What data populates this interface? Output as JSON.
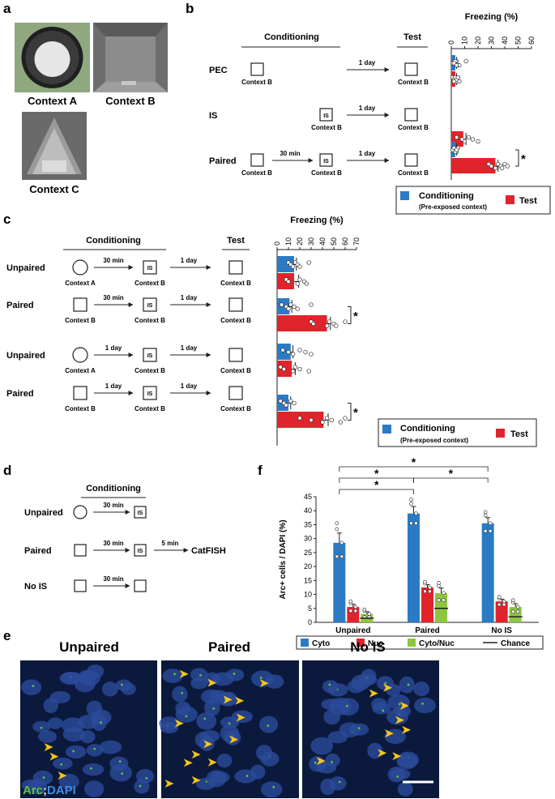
{
  "panels": {
    "a": {
      "letter": "a",
      "contexts": [
        "Context A",
        "Context B",
        "Context C"
      ]
    },
    "b": {
      "letter": "b",
      "conditioning": "Conditioning",
      "test": "Test",
      "rows": [
        {
          "label": "PEC",
          "delay": "1 day",
          "ctx_test": "Context B",
          "ctx1": "Context B"
        },
        {
          "label": "IS",
          "delay": "1 day",
          "ctx_test": "Context B",
          "ctx_is": "Context B",
          "is": "IS"
        },
        {
          "label": "Paired",
          "delay": "1 day",
          "gap": "30 min",
          "ctx1": "Context B",
          "ctx_is": "Context B",
          "ctx_test": "Context B",
          "is": "IS"
        }
      ],
      "legend": {
        "cond": "Conditioning",
        "cond_sub": "(Pre-exposed context)",
        "test": "Test"
      },
      "star": "*"
    },
    "c": {
      "letter": "c",
      "conditioning": "Conditioning",
      "test": "Test",
      "rows": [
        {
          "label": "Unpaired",
          "gap": "30 min",
          "delay": "1 day",
          "ctx1": "Context A",
          "ctx_is": "Context B",
          "ctx_test": "Context B",
          "is": "IS"
        },
        {
          "label": "Paired",
          "gap": "30 min",
          "delay": "1 day",
          "ctx1": "Context B",
          "ctx_is": "Context B",
          "ctx_test": "Context B",
          "is": "IS"
        },
        {
          "label": "Unpaired",
          "gap": "1 day",
          "delay": "1 day",
          "ctx1": "Context A",
          "ctx_is": "Context B",
          "ctx_test": "Context B",
          "is": "IS"
        },
        {
          "label": "Paired",
          "gap": "1 day",
          "delay": "1 day",
          "ctx1": "Context B",
          "ctx_is": "Context B",
          "ctx_test": "Context B",
          "is": "IS"
        }
      ],
      "legend": {
        "cond": "Conditioning",
        "cond_sub": "(Pre-exposed context)",
        "test": "Test"
      },
      "star": "*"
    },
    "d": {
      "letter": "d",
      "conditioning": "Conditioning",
      "rows": [
        {
          "label": "Unpaired",
          "gap": "30 min",
          "is": "IS"
        },
        {
          "label": "Paired",
          "gap": "30 min",
          "is": "IS",
          "after": "5 min",
          "end": "CatFISH"
        },
        {
          "label": "No IS",
          "gap": "30 min"
        }
      ]
    },
    "e": {
      "letter": "e",
      "titles": [
        "Unpaired",
        "Paired",
        "No IS"
      ],
      "stain_arc": "Arc",
      "stain_sep": ";",
      "stain_dapi": "DAPI"
    },
    "f": {
      "letter": "f",
      "star": "*"
    }
  },
  "colors": {
    "blue": "#2b7bc4",
    "red": "#e0242b",
    "green": "#8dc63f",
    "dark": "#231f20",
    "micro_bg": "#0b1a3c",
    "arrow": "#f5c518"
  },
  "chart_data": [
    {
      "id": "b",
      "type": "bar",
      "orientation": "horizontal",
      "title": "Freezing (%)",
      "xlim": [
        0,
        60
      ],
      "ticks": [
        "0",
        "10",
        "20",
        "30",
        "40",
        "50",
        "60"
      ],
      "categories": [
        "PEC",
        "IS",
        "Paired"
      ],
      "series": [
        {
          "name": "Conditioning",
          "values": [
            3,
            null,
            3
          ],
          "errors": [
            1,
            null,
            1
          ]
        },
        {
          "name": "Test",
          "values": [
            3,
            9,
            33
          ],
          "errors": [
            1,
            2,
            2
          ]
        }
      ],
      "points": {
        "cond": [
          [
            2,
            3,
            5,
            4,
            1,
            6,
            3,
            2,
            4,
            11
          ],
          null,
          [
            2,
            3,
            4,
            5,
            1,
            3,
            2,
            4
          ]
        ],
        "test": [
          [
            1,
            3,
            4,
            5,
            2,
            6,
            3,
            4,
            2,
            5
          ],
          [
            4,
            8,
            10,
            13,
            16,
            20
          ],
          [
            28,
            30,
            33,
            35,
            37,
            38,
            40,
            42
          ]
        ]
      },
      "star": "*"
    },
    {
      "id": "c",
      "type": "bar",
      "orientation": "horizontal",
      "title": "Freezing (%)",
      "xlim": [
        0,
        70
      ],
      "ticks": [
        "0",
        "10",
        "20",
        "30",
        "40",
        "50",
        "60",
        "70"
      ],
      "categories": [
        "Unpaired 30 min",
        "Paired 30 min",
        "Unpaired 1 day",
        "Paired 1 day"
      ],
      "series": [
        {
          "name": "Conditioning",
          "values": [
            15,
            11,
            12,
            10
          ],
          "errors": [
            2,
            2,
            2,
            2
          ]
        },
        {
          "name": "Test",
          "values": [
            15,
            44,
            13,
            41
          ],
          "errors": [
            4,
            3,
            3,
            4
          ]
        }
      ],
      "points": {
        "cond": [
          [
            10,
            12,
            14,
            16,
            18,
            20,
            28
          ],
          [
            4,
            8,
            10,
            12,
            15,
            18,
            30
          ],
          [
            5,
            10,
            14,
            20,
            25,
            30
          ],
          [
            3,
            6,
            8,
            12,
            15
          ]
        ],
        "test": [
          [
            8,
            10,
            18,
            20,
            24,
            26
          ],
          [
            30,
            32,
            44,
            46,
            50,
            52,
            60
          ],
          [
            3,
            6,
            14,
            16,
            20,
            28
          ],
          [
            20,
            30,
            40,
            44,
            48,
            56,
            60
          ]
        ]
      },
      "star": "*"
    },
    {
      "id": "f",
      "type": "bar",
      "orientation": "vertical",
      "ylabel": "Arc+ cells / DAPI (%)",
      "ylim": [
        0,
        45
      ],
      "yticks": [
        "0",
        "5",
        "10",
        "15",
        "20",
        "25",
        "30",
        "35",
        "40",
        "45"
      ],
      "categories": [
        "Unpaired",
        "Paired",
        "No IS"
      ],
      "series": [
        {
          "name": "Cyto",
          "values": [
            28.5,
            39,
            35.5
          ],
          "errors": [
            3.5,
            2.5,
            2
          ]
        },
        {
          "name": "Nuc",
          "values": [
            5.5,
            12.5,
            7.5
          ],
          "errors": [
            1,
            1,
            0.8
          ]
        },
        {
          "name": "Cyto/Nuc",
          "values": [
            3,
            10.5,
            5.5
          ],
          "errors": [
            0.8,
            1.8,
            1.2
          ]
        }
      ],
      "chance": [
        1.5,
        5,
        2
      ],
      "legend": [
        "Cyto",
        "Nuc",
        "Cyto/Nuc",
        "Chance"
      ]
    }
  ]
}
